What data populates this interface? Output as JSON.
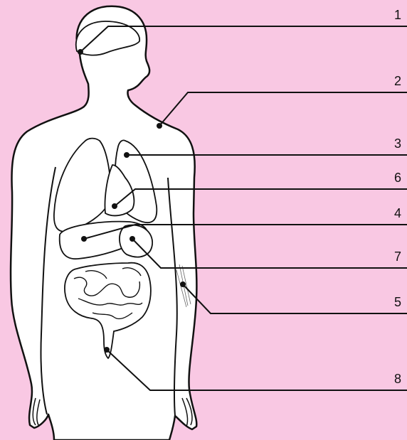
{
  "colors": {
    "background": "#f9c8e3",
    "line": "#111111",
    "body_fill": "#ffffff"
  },
  "labels": {
    "brain": "1",
    "skin": "2",
    "lungs": "3",
    "heart": "6",
    "liver": "4",
    "stomach": "7",
    "muscle": "5",
    "intestines": "8"
  }
}
